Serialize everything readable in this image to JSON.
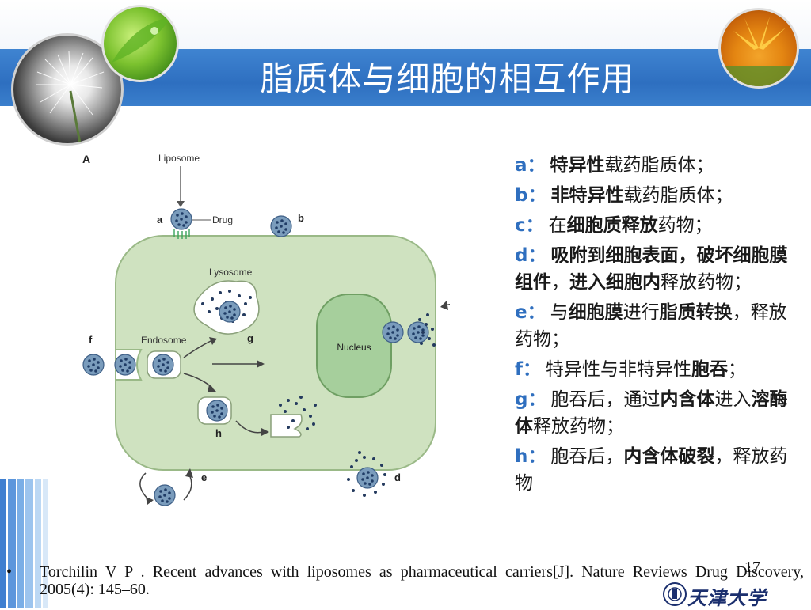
{
  "slide": {
    "title": "脂质体与细胞的相互作用",
    "page_number": "17",
    "university_name": "天津大学"
  },
  "figure": {
    "panel_label": "A",
    "labels": {
      "liposome": "Liposome",
      "drug": "Drug",
      "lysosome": "Lysosome",
      "endosome": "Endosome",
      "nucleus": "Nucleus"
    },
    "letters": {
      "a": "a",
      "b": "b",
      "c": "c",
      "d": "d",
      "e": "e",
      "f": "f",
      "g": "g",
      "h": "h"
    },
    "colors": {
      "cell": "#cfe2c0",
      "cell_border": "#9ab987",
      "nucleus": "#a6cf9c",
      "particle": "#6a8fae",
      "particle_dot": "#1f3c66",
      "dot": "#243a5e"
    }
  },
  "legend": [
    {
      "key": "a：",
      "parts": [
        {
          "t": "特异性",
          "b": true
        },
        {
          "t": "载药脂质体；",
          "b": false
        }
      ]
    },
    {
      "key": "b：",
      "parts": [
        {
          "t": "非特异性",
          "b": true
        },
        {
          "t": "载药脂质体；",
          "b": false
        }
      ]
    },
    {
      "key": "c：",
      "parts": [
        {
          "t": "在",
          "b": false
        },
        {
          "t": "细胞质释放",
          "b": true
        },
        {
          "t": "药物；",
          "b": false
        }
      ]
    },
    {
      "key": "d：",
      "parts": [
        {
          "t": "吸附到细胞表面，破坏细胞膜组件",
          "b": true
        },
        {
          "t": "，",
          "b": false
        },
        {
          "t": "进入细胞内",
          "b": true
        },
        {
          "t": "释放药物；",
          "b": false
        }
      ]
    },
    {
      "key": "e：",
      "parts": [
        {
          "t": "与",
          "b": false
        },
        {
          "t": "细胞膜",
          "b": true
        },
        {
          "t": "进行",
          "b": false
        },
        {
          "t": "脂质转换",
          "b": true
        },
        {
          "t": "，释放药物；",
          "b": false
        }
      ]
    },
    {
      "key": "f：",
      "parts": [
        {
          "t": "特异性与非特异性",
          "b": false
        },
        {
          "t": "胞吞",
          "b": true
        },
        {
          "t": "；",
          "b": false
        }
      ]
    },
    {
      "key": "g：",
      "parts": [
        {
          "t": "胞吞后，通过",
          "b": false
        },
        {
          "t": "内含体",
          "b": true
        },
        {
          "t": "进入",
          "b": false
        },
        {
          "t": "溶酶体",
          "b": true
        },
        {
          "t": "释放药物；",
          "b": false
        }
      ]
    },
    {
      "key": "h：",
      "parts": [
        {
          "t": "胞吞后，",
          "b": false
        },
        {
          "t": "内含体破裂",
          "b": true
        },
        {
          "t": "，释放药物",
          "b": false
        }
      ]
    }
  ],
  "citation": {
    "bullet": "•",
    "text": "Torchilin V P . Recent advances with liposomes as pharmaceutical carriers[J]. Nature Reviews Drug Discovery, 2005(4): 145–60."
  }
}
